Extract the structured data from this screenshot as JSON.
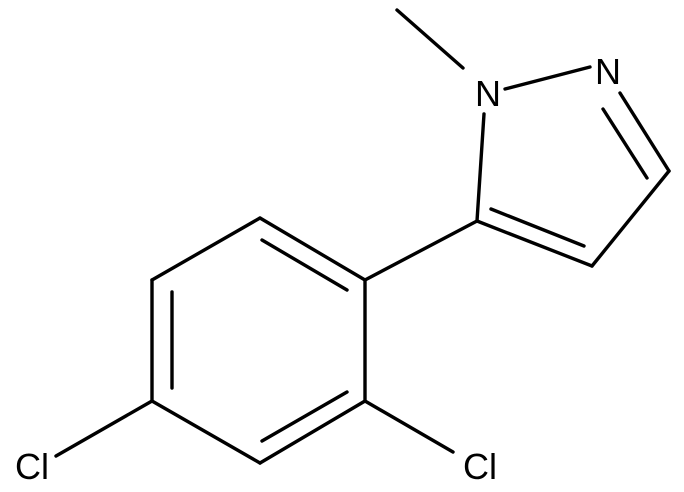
{
  "structure": {
    "atoms": {
      "n1": "N",
      "n2": "N",
      "cl_ortho": "Cl",
      "cl_para": "Cl"
    },
    "colors": {
      "line": "#000000",
      "background": "#ffffff"
    }
  }
}
